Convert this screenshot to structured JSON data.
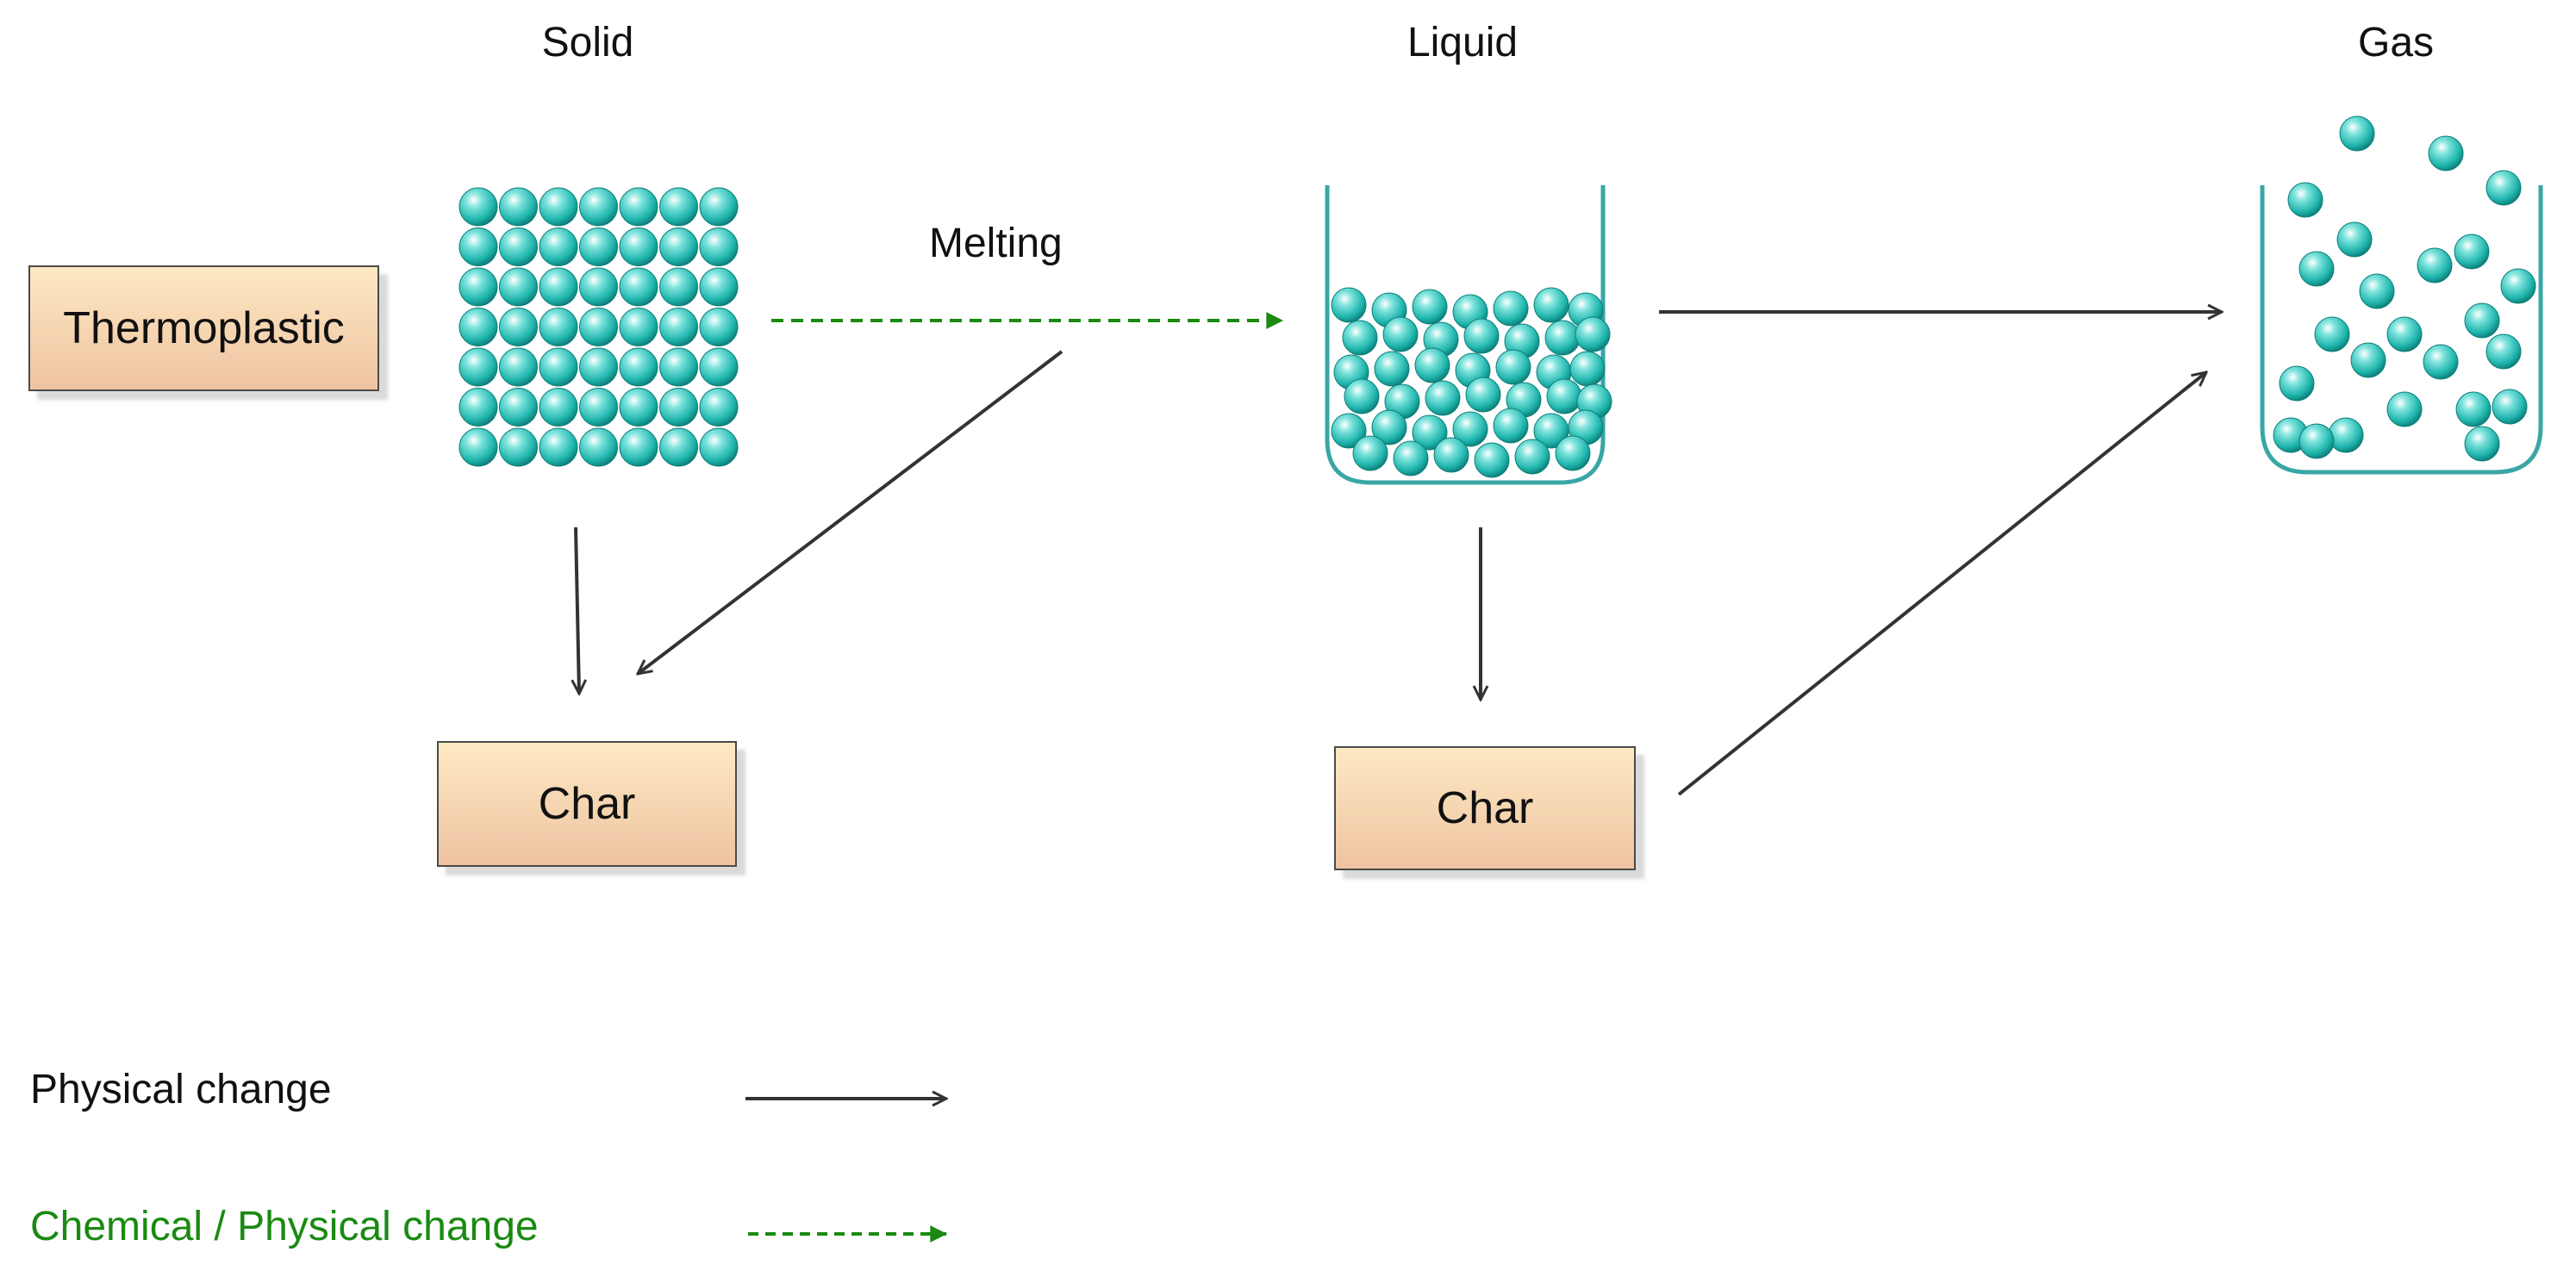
{
  "phases": {
    "solid": "Solid",
    "liquid": "Liquid",
    "gas": "Gas"
  },
  "boxes": {
    "thermoplastic": "Thermoplastic",
    "char_solid": "Char",
    "char_liquid": "Char"
  },
  "edges": {
    "melting": "Melting"
  },
  "legend": {
    "physical": "Physical change",
    "chemical_physical": "Chemical / Physical change"
  },
  "colors": {
    "particle": "#1fb5ad",
    "container": "#3aa6a6",
    "box_top": "#fde9c2",
    "box_bottom": "#efc3a2",
    "arrow_physical": "#333333",
    "arrow_chemical": "#1a8a12"
  }
}
